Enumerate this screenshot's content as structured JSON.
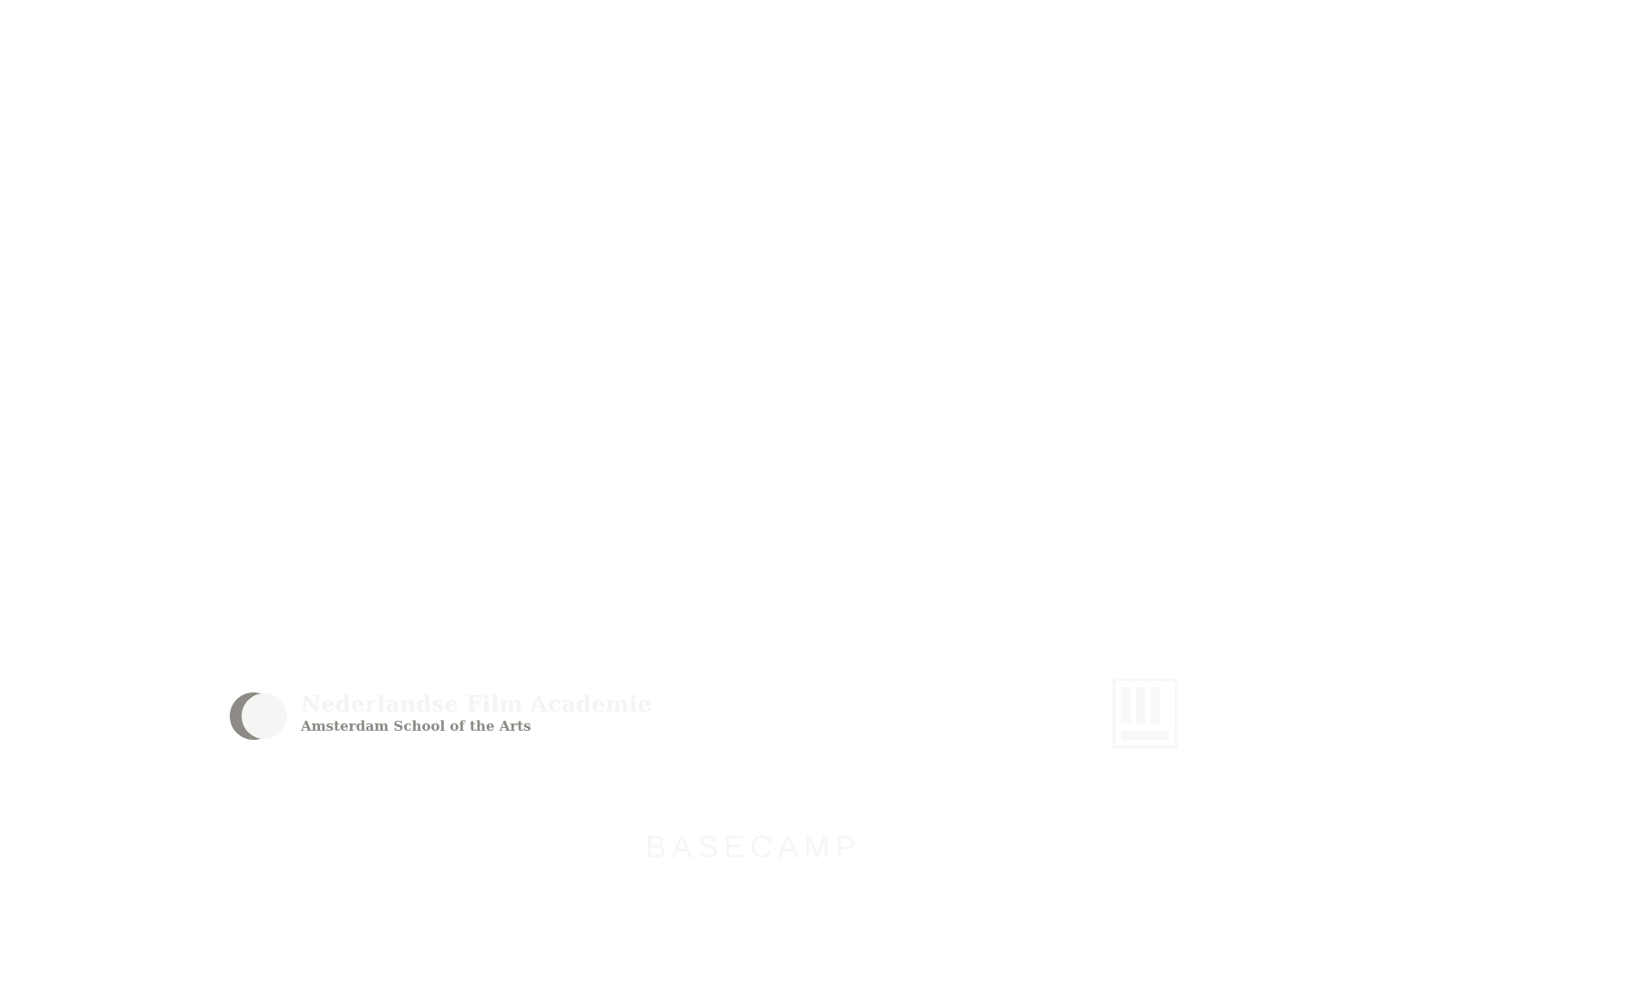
{
  "logos": {
    "nfa": {
      "title": "Nederlandse Film Academie",
      "subtitle": "Amsterdam School of the Arts",
      "icon": "crescent-logo-icon",
      "color": "#8e8a85"
    },
    "film_fund": {
      "icon": "film-fund-logo-icon"
    },
    "basecamp": {
      "wordmark": "BASECAMP"
    }
  },
  "colors": {
    "background": "#ffffff",
    "logo_gray": "#8e8a85",
    "faint_white": "#f4f4f2"
  }
}
